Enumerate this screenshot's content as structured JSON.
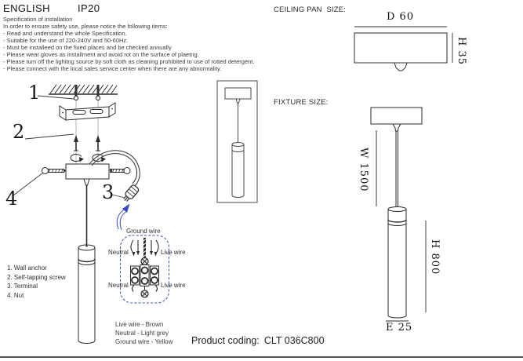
{
  "page": {
    "language": "ENGLISH",
    "ip_rating": "IP20",
    "product_coding_label": "Product coding:",
    "product_coding_value": "CLT 036C800"
  },
  "spec": {
    "title": "Specification of installation",
    "intro": "In order to ensure safety use, please notice the following items:",
    "items": [
      "- Read and understand the whole Specification.",
      "- Suitable for the use of 220-240V and 50-60Hz.",
      "- Must be installeed on the fixed places and be checked annually",
      "- Please wear gloves as installment and avoid rot on the surface of plaetng.",
      "- Please tum off the lighitng source by soft cloth as cleaning prohibited to use of rotted detergent.",
      "- Please connect with the local sales service center when there are any abnormality."
    ]
  },
  "installation": {
    "callouts": [
      "1",
      "2",
      "3",
      "4"
    ],
    "parts": [
      "1. Wall anchor",
      "2. Self-tapping screw",
      "3. Terminal",
      "4. Nut"
    ]
  },
  "wiring": {
    "ground_wire_label": "Ground wire",
    "neutral_label_top": "Neutral",
    "live_label_top": "Live wire",
    "neutral_label_bottom": "Neutral",
    "live_label_bottom": "Live wire",
    "legend": [
      "Live wire - Brown",
      "Neutral - Light grey",
      "Ground wire - Yellow"
    ],
    "accent_color": "#3a4cc0"
  },
  "ceiling_pan": {
    "section_label": "CEILING PAN  SIZE:",
    "diameter": "D 60",
    "height": "H 35"
  },
  "fixture": {
    "section_label": "FIXTURE SIZE:",
    "suspension_length": "W 1500",
    "body_height": "H 800",
    "body_diameter": "E 25"
  }
}
